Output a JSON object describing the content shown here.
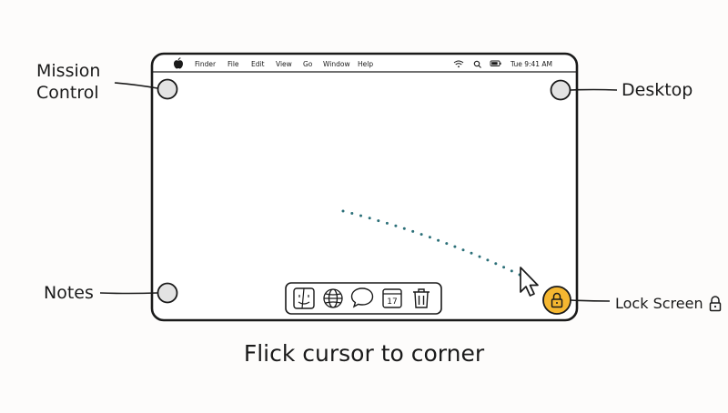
{
  "menubar": {
    "items": [
      "Finder",
      "File",
      "Edit",
      "View",
      "Go",
      "Window",
      "Help"
    ],
    "clock": "Tue 9:41 AM",
    "icons": [
      "apple-icon",
      "wifi-icon",
      "search-icon",
      "battery-icon"
    ]
  },
  "corners": {
    "top_left": {
      "label_line1": "Mission",
      "label_line2": "Control"
    },
    "top_right": {
      "label": "Desktop"
    },
    "bottom_left": {
      "label": "Notes"
    },
    "bottom_right": {
      "label": "Lock Screen",
      "icon": "lock-icon",
      "color": "#f5b731"
    }
  },
  "dock": {
    "icons": [
      "finder-icon",
      "globe-icon",
      "messages-icon",
      "calendar-icon",
      "trash-icon"
    ],
    "calendar_day": "17"
  },
  "caption": "Flick cursor to corner",
  "colors": {
    "trail": "#2b6f78",
    "ink": "#1a1a1a",
    "corner_fill": "#e3e3e3",
    "lock_fill": "#f5b731"
  }
}
